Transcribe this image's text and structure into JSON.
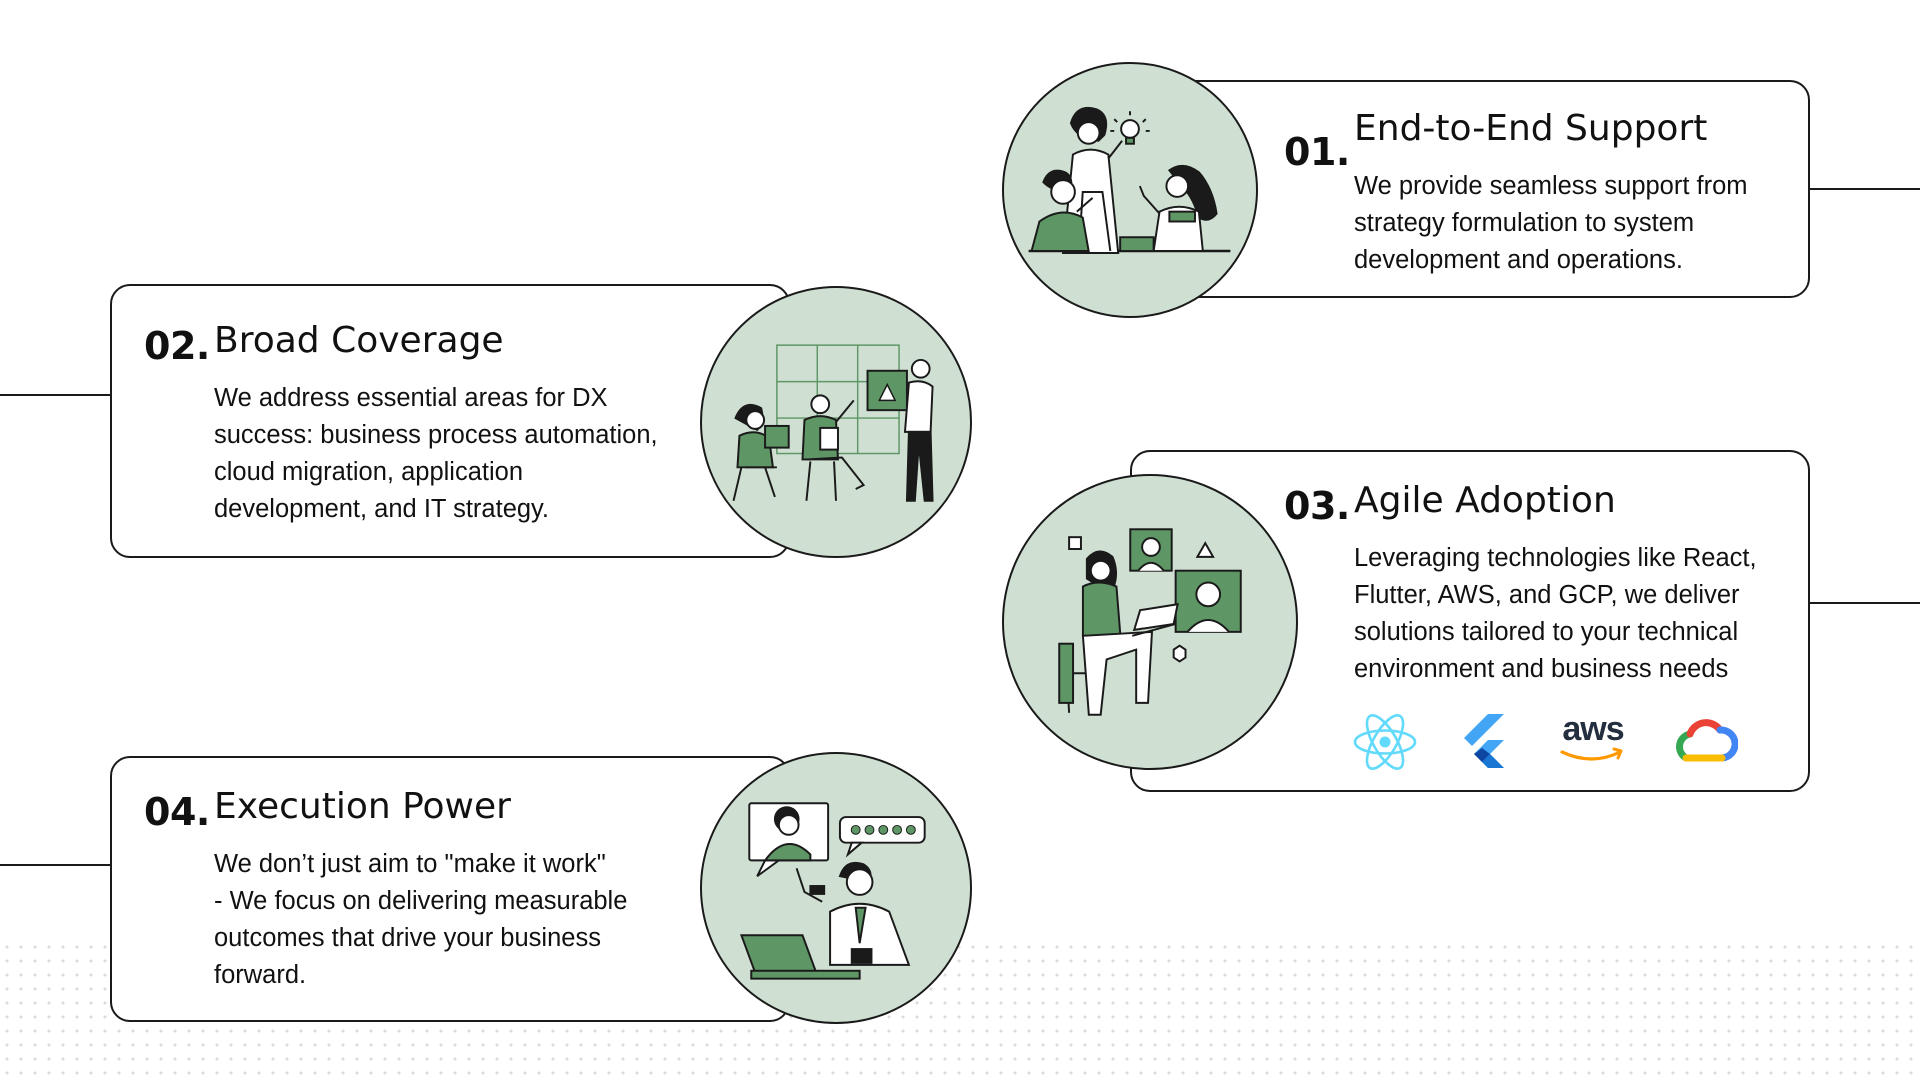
{
  "colors": {
    "accent_green": "#5e9665",
    "circle_fill": "#cfe0d3",
    "line": "#1a1a1a",
    "react": "#61dafb",
    "flutter_light": "#42a5f5",
    "flutter_dark": "#0d47a1",
    "aws_orange": "#ff9900",
    "aws_text": "#232f3e"
  },
  "items": [
    {
      "number": "01.",
      "title": "End-to-End Support",
      "description": [
        "We provide seamless support from",
        "strategy formulation to system",
        "development and operations."
      ],
      "illustration_icon": "team-idea-illustration"
    },
    {
      "number": "02.",
      "title": "Broad Coverage",
      "description": [
        "We address essential areas for DX",
        "success: business process automation,",
        "cloud migration, application",
        "development, and IT strategy."
      ],
      "illustration_icon": "team-meeting-illustration"
    },
    {
      "number": "03.",
      "title": "Agile Adoption",
      "description": [
        "Leveraging technologies like React,",
        "Flutter, AWS, and GCP, we deliver",
        "solutions tailored to your technical",
        "environment and business needs"
      ],
      "illustration_icon": "video-call-illustration"
    },
    {
      "number": "04.",
      "title": "Execution Power",
      "description": [
        "We don’t just aim to \"make it work\"",
        "- We focus on delivering measurable",
        "outcomes that drive your business",
        "forward."
      ],
      "illustration_icon": "customer-review-illustration"
    }
  ],
  "tech_logos": [
    {
      "name": "react-icon"
    },
    {
      "name": "flutter-icon"
    },
    {
      "name": "aws-icon",
      "text": "aws"
    },
    {
      "name": "google-cloud-icon"
    }
  ]
}
